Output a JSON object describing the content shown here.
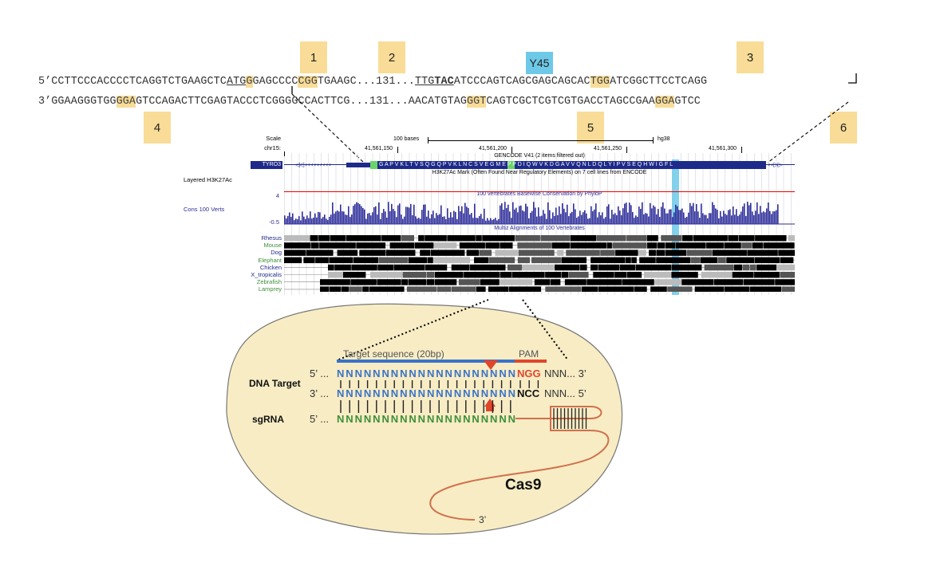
{
  "sequence": {
    "top_prefix": "5’",
    "top_seg1": "CCTTCCCACCCCTCAGGTCTGAAGCTC",
    "top_atg": "ATG",
    "top_pam1_tail": "G",
    "top_seg2": "GAGCCCC",
    "top_pam2": "CGG",
    "top_seg3": "TGAAGC...131...",
    "top_ttg": "TTG",
    "top_tac": "TAC",
    "top_seg4": "ATCCCAGTCAGCGAGCAGCAC",
    "top_pam3": "TGG",
    "top_seg5": "ATCGGCTTCCTCAGG",
    "bottom_prefix": "3’",
    "bottom_seg1": "GGAAGGGTGG",
    "bottom_pam4": "GGA",
    "bottom_seg2": "GTCCAGACTTCGAGTACCCTCGGGGCCACTTCG...131...AACATGTAG",
    "bottom_pam5": "GGT",
    "bottom_seg3": "CAGTCGCTCGTCGTGACCTAGCCGAA",
    "bottom_pam6": "GGA",
    "bottom_seg4": "GTCC"
  },
  "sites": [
    "1",
    "2",
    "3",
    "4",
    "5",
    "6"
  ],
  "y45_label": "Y45",
  "browser": {
    "scale_label": "Scale",
    "chrom_label": "chr15:",
    "scale_text": "100 bases",
    "assembly": "hg38",
    "coords": [
      "41,561,150",
      "41,561,200",
      "41,561,250",
      "41,561,300"
    ],
    "gencode_title": "GENCODE V41 (2 items filtered out)",
    "gene_name": "TYRO3",
    "amino_acids": "G A P V K L T V S Q G Q P V K L N C S V E G M E P P D I Q W V K D G A V V Q N L D Q L Y I P V S E Q H W I G F L",
    "h3k27ac_title": "H3K27Ac Mark (Often Found Near Regulatory Elements) on 7 cell lines from ENCODE",
    "h3k27ac_label": "Layered H3K27Ac",
    "conservation_title": "100 vertebrates Basewise Conservation by PhyloP",
    "conservation_label": "Cons 100 Verts",
    "cons_max": "4",
    "cons_min": "-0.5",
    "multiz_title": "Multiz Alignments of 100 Vertebrates",
    "species": [
      "Rhesus",
      "Mouse",
      "Dog",
      "Elephant",
      "Chicken",
      "X_tropicalis",
      "Zebrafish",
      "Lamprey"
    ]
  },
  "crispr": {
    "target_label": "Target sequence (20bp)",
    "pam_label": "PAM",
    "dna_target_label": "DNA Target",
    "sgrna_label": "sgRNA",
    "row1_prefix": "5’ ...",
    "row1_n": "NNNNNNNNNNNNNNNNNNNN",
    "row1_pam": "NGG",
    "row1_suffix": "NNN... 3’",
    "row2_prefix": "3’ ...",
    "row2_n": "NNNNNNNNNNNNNNNNNNNN",
    "row2_ncc": "NCC",
    "row2_suffix": "NNN... 5’",
    "row3_prefix": "5’ ...",
    "row3_n": "NNNNNNNNNNNNNNNNNNNN",
    "cas9_label": "Cas9",
    "three_prime": "3’"
  },
  "colors": {
    "pam_highlight": "#f8dc97",
    "y45_highlight": "#6ec9e8",
    "dna_blue": "#3a73c8",
    "pam_red": "#e0462c",
    "rna_green": "#3d8f3a",
    "cas9_fill": "#f7ecc4",
    "conservation": "#2e2e9a"
  }
}
